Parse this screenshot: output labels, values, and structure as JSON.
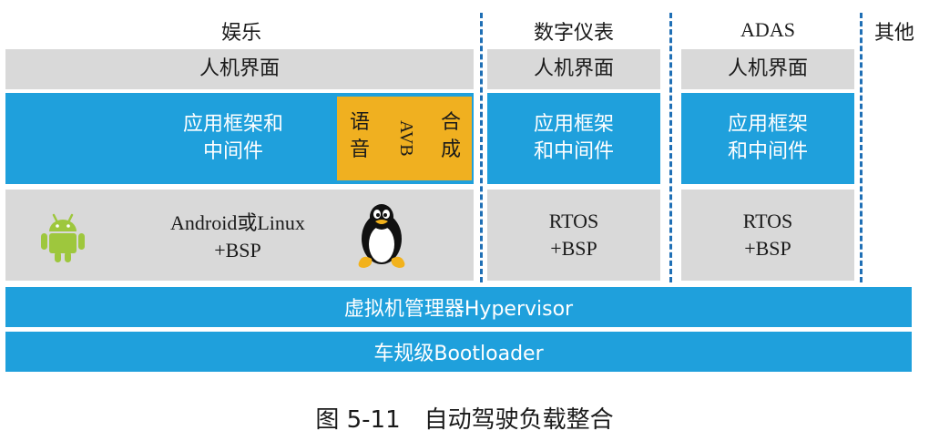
{
  "headers": {
    "entertainment": "娱乐",
    "cluster": "数字仪表",
    "adas": "ADAS",
    "other": "其他"
  },
  "hmi": {
    "entertainment": "人机界面",
    "cluster": "人机界面",
    "adas": "人机界面"
  },
  "framework": {
    "entertainment_line1": "应用框架和",
    "entertainment_line2": "中间件",
    "cluster_line1": "应用框架",
    "cluster_line2": "和中间件",
    "adas_line1": "应用框架",
    "adas_line2": "和中间件"
  },
  "speech_box": {
    "col1": [
      "语",
      "音"
    ],
    "col2": "AVB",
    "col3": [
      "合",
      "成"
    ]
  },
  "os": {
    "entertainment_line1": "Android或Linux",
    "entertainment_line2": "+BSP",
    "cluster_line1": "RTOS",
    "cluster_line2": "+BSP",
    "adas_line1": "RTOS",
    "adas_line2": "+BSP"
  },
  "hypervisor": "虚拟机管理器Hypervisor",
  "bootloader": "车规级Bootloader",
  "caption": "图 5-11　自动驾驶负载整合",
  "colors": {
    "blue": "#1fa0dc",
    "gray": "#d9d9d9",
    "yellow": "#f0b020",
    "divider": "#1f6fb5"
  },
  "icons": [
    "android-icon",
    "linux-tux-icon"
  ]
}
